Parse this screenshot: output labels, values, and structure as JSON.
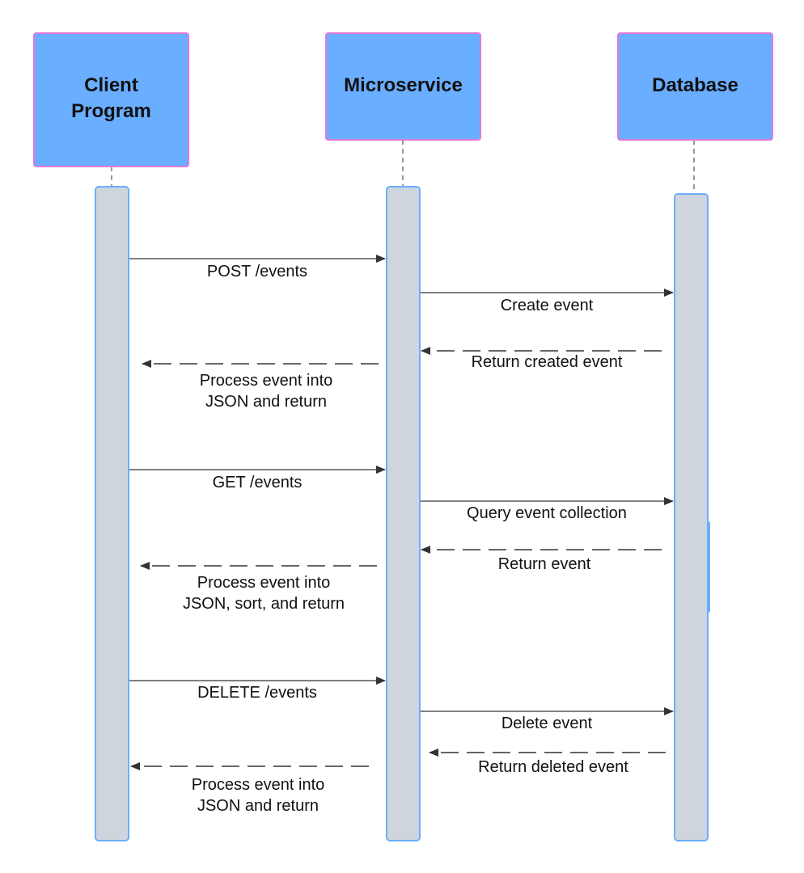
{
  "participants": [
    {
      "id": "client",
      "label_lines": [
        "Client",
        "Program"
      ]
    },
    {
      "id": "microservice",
      "label_lines": [
        "Microservice"
      ]
    },
    {
      "id": "database",
      "label_lines": [
        "Database"
      ]
    }
  ],
  "messages": [
    {
      "from": "client",
      "to": "microservice",
      "style": "solid",
      "label_lines": [
        "POST /events"
      ]
    },
    {
      "from": "microservice",
      "to": "database",
      "style": "solid",
      "label_lines": [
        "Create event"
      ]
    },
    {
      "from": "database",
      "to": "microservice",
      "style": "dashed",
      "label_lines": [
        "Return created event"
      ]
    },
    {
      "from": "microservice",
      "to": "client",
      "style": "dashed",
      "label_lines": [
        "Process event into",
        "JSON and return"
      ]
    },
    {
      "from": "client",
      "to": "microservice",
      "style": "solid",
      "label_lines": [
        "GET /events"
      ]
    },
    {
      "from": "microservice",
      "to": "database",
      "style": "solid",
      "label_lines": [
        "Query event collection"
      ]
    },
    {
      "from": "database",
      "to": "microservice",
      "style": "dashed",
      "label_lines": [
        "Return event"
      ]
    },
    {
      "from": "microservice",
      "to": "client",
      "style": "dashed",
      "label_lines": [
        "Process event into",
        "JSON, sort, and return"
      ]
    },
    {
      "from": "client",
      "to": "microservice",
      "style": "solid",
      "label_lines": [
        "DELETE /events"
      ]
    },
    {
      "from": "microservice",
      "to": "database",
      "style": "solid",
      "label_lines": [
        "Delete event"
      ]
    },
    {
      "from": "database",
      "to": "microservice",
      "style": "dashed",
      "label_lines": [
        "Return deleted event"
      ]
    },
    {
      "from": "microservice",
      "to": "client",
      "style": "dashed",
      "label_lines": [
        "Process event into",
        "JSON and return"
      ]
    }
  ],
  "colors": {
    "actor_fill": "#6aaeff",
    "actor_border": "#e27ad6",
    "activation_fill": "#cfd5dc",
    "activation_border": "#6aaeff",
    "line": "#333333",
    "text": "#111111"
  }
}
